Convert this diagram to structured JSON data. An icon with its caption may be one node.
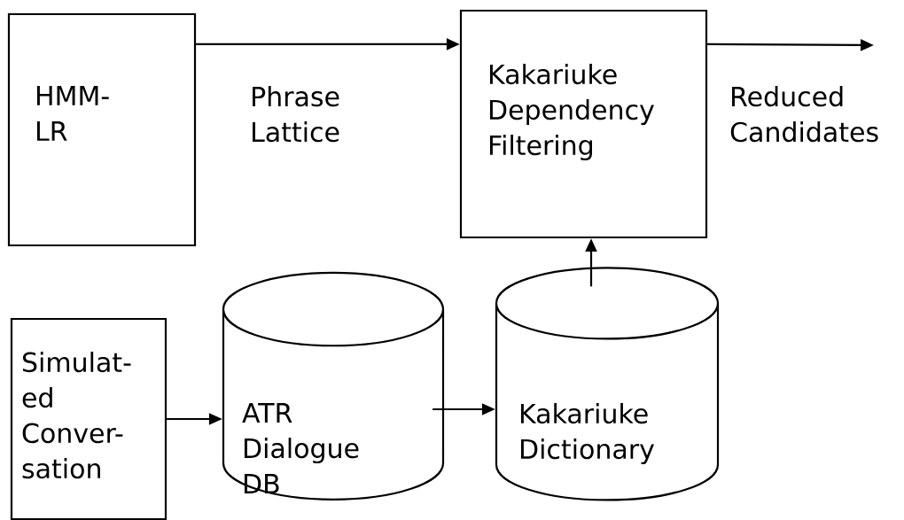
{
  "diagram": {
    "nodes": [
      {
        "text": [
          "HMM- LR"
        ]
      },
      {
        "text": [
          "Kakariuke Dependency Filtering"
        ]
      },
      {
        "text": [
          "Simulat- ed Conver- sation"
        ]
      },
      {
        "text": [
          "ATR Dialogue DB"
        ]
      },
      {
        "text": [
          "Kakariuke Dictionary"
        ]
      }
    ],
    "edges": [
      {
        "from": 0,
        "to": 1,
        "arrow": "to",
        "label": "Phrase Lattice"
      },
      {
        "from": 1,
        "to": null,
        "arrow": "to",
        "label": "Reduced Candidates"
      },
      {
        "from": 2,
        "to": 3,
        "arrow": "to"
      },
      {
        "from": 3,
        "to": 4,
        "arrow": "to"
      },
      {
        "from": 4,
        "to": 1,
        "arrow": "to"
      }
    ]
  }
}
